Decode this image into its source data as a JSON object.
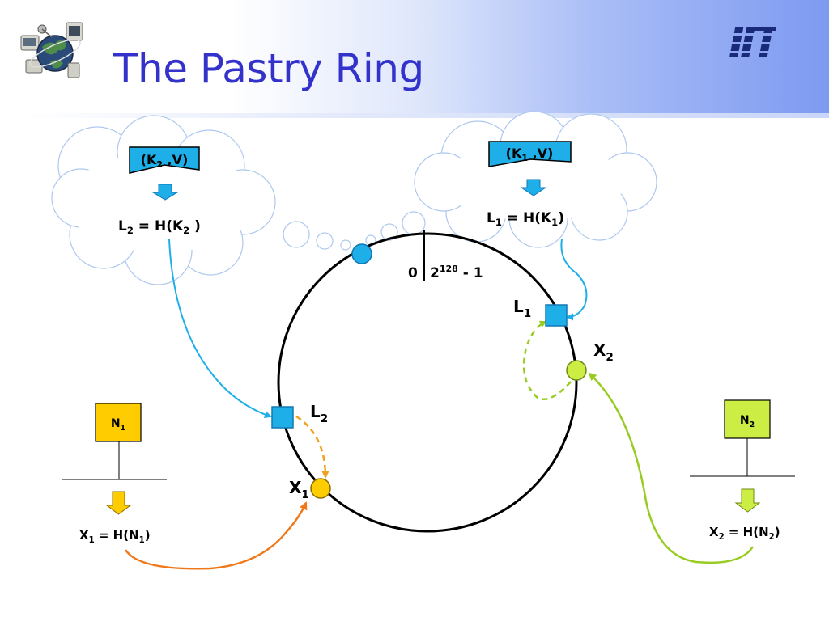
{
  "slide": {
    "title": "The Pastry Ring",
    "brand_logo_text": "IIT",
    "globe_logo_icon": "satellite-globe-icon"
  },
  "ring": {
    "zero_label": "0",
    "max_label_base": "2",
    "max_label_exp": "128",
    "max_label_suffix": " - 1"
  },
  "clouds": {
    "left": {
      "pair_label": "(K",
      "pair_sub": "2",
      "pair_rest": " ,V)",
      "hash_main": "L",
      "hash_sub": "2",
      "hash_mid": " = H(K",
      "hash_sub2": "2",
      "hash_end": " )"
    },
    "right": {
      "pair_label": "(K",
      "pair_sub": "1",
      "pair_rest": " ,V)",
      "hash_main": "L",
      "hash_sub": "1",
      "hash_mid": " = H(K",
      "hash_sub2": "1",
      "hash_end": ")"
    }
  },
  "nodes": {
    "n1": {
      "box_main": "N",
      "box_sub": "1",
      "hash_main": "X",
      "hash_sub": "1",
      "hash_mid": " = H(N",
      "hash_sub2": "1",
      "hash_end": ")"
    },
    "n2": {
      "box_main": "N",
      "box_sub": "2",
      "hash_main": "X",
      "hash_sub": "2",
      "hash_mid": " = H(N",
      "hash_sub2": "2",
      "hash_end": ")"
    }
  },
  "ring_labels": {
    "l1": {
      "main": "L",
      "sub": "1"
    },
    "l2": {
      "main": "L",
      "sub": "2"
    },
    "x1": {
      "main": "X",
      "sub": "1"
    },
    "x2": {
      "main": "X",
      "sub": "2"
    }
  },
  "colors": {
    "title": "#3333cc",
    "ring": "#000000",
    "cyan": "#1eaee8",
    "cyan_stroke": "#1478b4",
    "yellow": "#ffcc00",
    "yellow_stroke": "#8a6d00",
    "green": "#ccee44",
    "green_stroke": "#6e8a12",
    "orange": "#f07818",
    "lime_line": "#99cc22",
    "cloud_stroke": "#aec8ee"
  }
}
